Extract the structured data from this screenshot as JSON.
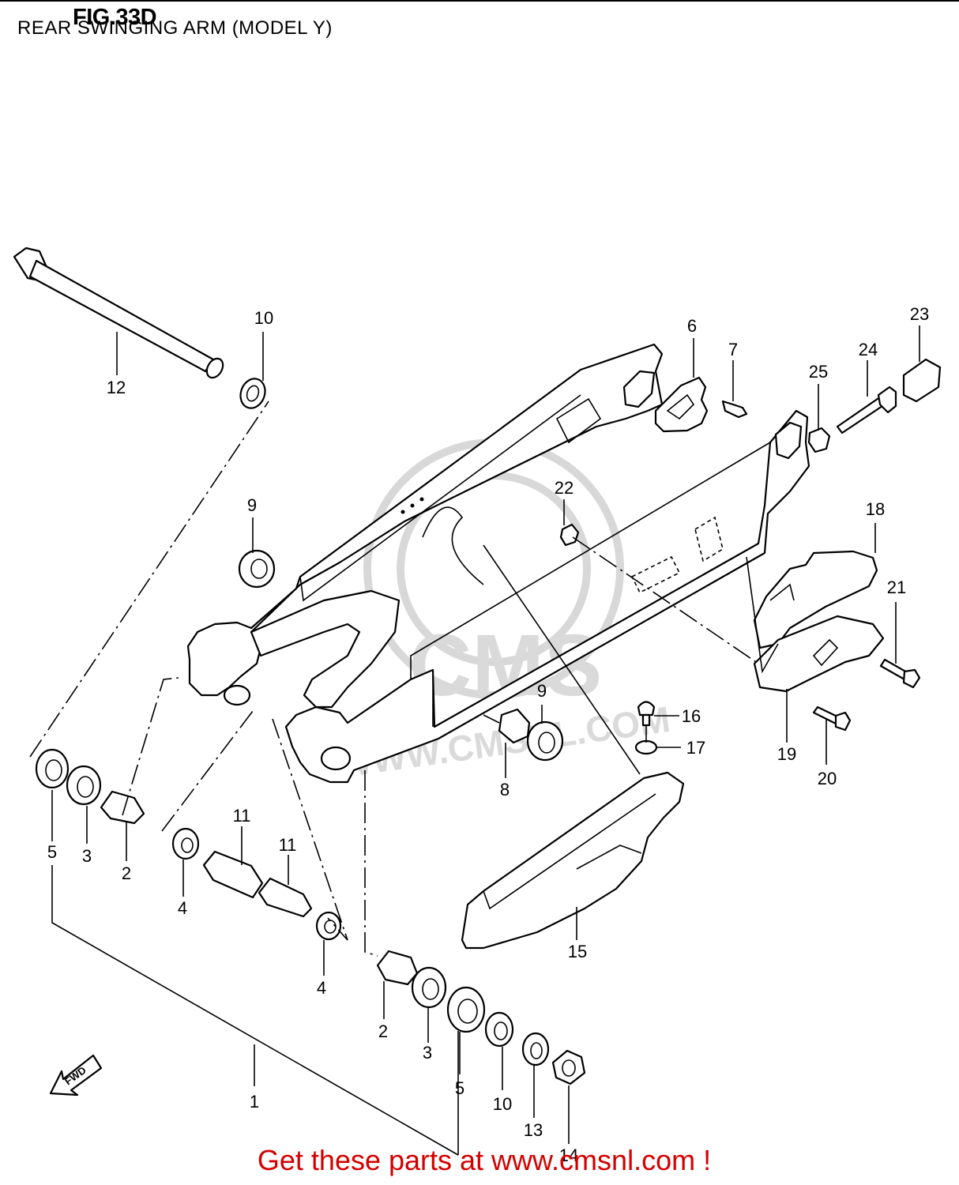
{
  "figure": {
    "title": "FIG.33D",
    "subtitle": "REAR SWINGING ARM (MODEL Y)"
  },
  "watermark": {
    "text": "WWW.CMSNL.COM",
    "logo_text": "CMS"
  },
  "direction_marker": {
    "label": "FWD"
  },
  "callouts": [
    "1",
    "2",
    "2",
    "3",
    "3",
    "4",
    "4",
    "5",
    "5",
    "6",
    "7",
    "8",
    "9",
    "9",
    "10",
    "10",
    "11",
    "11",
    "12",
    "13",
    "14",
    "15",
    "16",
    "17",
    "18",
    "19",
    "20",
    "21",
    "22",
    "23",
    "24",
    "25"
  ],
  "footer": {
    "cta_text": "Get these parts at www.cmsnl.com !",
    "cta_color": "#d40000"
  }
}
